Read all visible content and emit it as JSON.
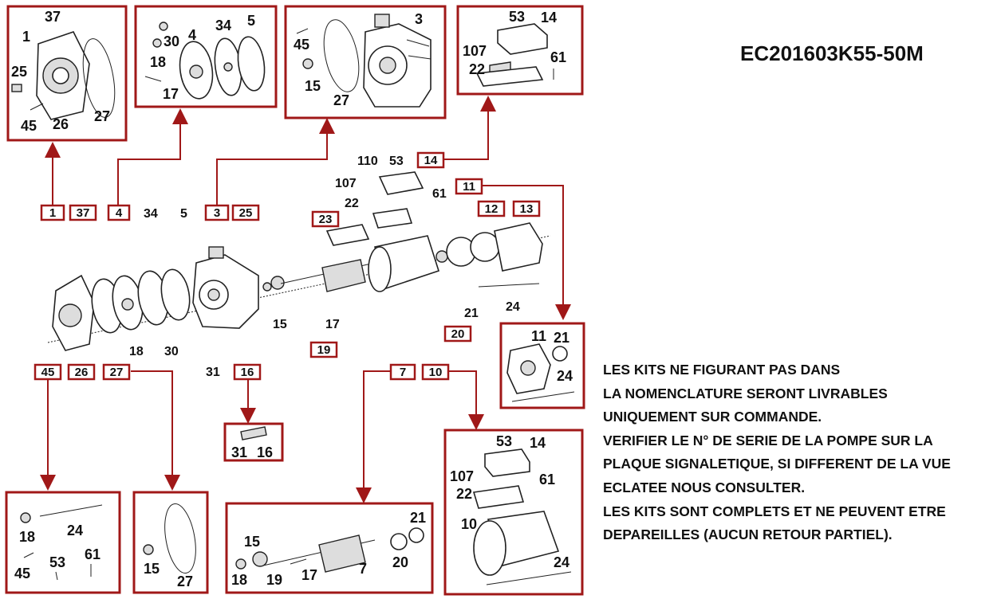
{
  "model_code": "EC201603K55-50M",
  "notes": [
    "LES KITS NE FIGURANT PAS DANS",
    "LA NOMENCLATURE SERONT LIVRABLES",
    "UNIQUEMENT SUR COMMANDE.",
    "VERIFIER LE N° DE SERIE DE LA POMPE SUR LA",
    "PLAQUE SIGNALETIQUE, SI DIFFERENT DE LA VUE",
    "ECLATEE NOUS CONSULTER.",
    "LES KITS SONT COMPLETS ET NE PEUVENT ETRE",
    "DEPAREILLES (AUCUN RETOUR PARTIEL)."
  ],
  "kit_tags": [
    "1",
    "37",
    "4",
    "3",
    "25",
    "14",
    "23",
    "11",
    "12",
    "13",
    "20",
    "19",
    "16",
    "45",
    "26",
    "27",
    "7",
    "10"
  ],
  "main_labels": [
    "34",
    "5",
    "110",
    "53",
    "107",
    "22",
    "61",
    "21",
    "24",
    "15",
    "17",
    "18",
    "30",
    "31"
  ],
  "kits": {
    "k1": [
      "37",
      "1",
      "25",
      "45",
      "26",
      "27"
    ],
    "k4": [
      "30",
      "4",
      "34",
      "5",
      "18",
      "17"
    ],
    "k3": [
      "45",
      "3",
      "15",
      "27"
    ],
    "k14": [
      "53",
      "14",
      "107",
      "61",
      "22"
    ],
    "k11": [
      "11",
      "21",
      "24"
    ],
    "k16": [
      "31",
      "16"
    ],
    "k45": [
      "18",
      "24",
      "45",
      "53",
      "61"
    ],
    "k27": [
      "15",
      "27"
    ],
    "k7": [
      "21",
      "15",
      "18",
      "19",
      "17",
      "7",
      "20"
    ],
    "k10": [
      "53",
      "14",
      "107",
      "61",
      "22",
      "10",
      "24"
    ]
  },
  "accent_color": "#a01818"
}
